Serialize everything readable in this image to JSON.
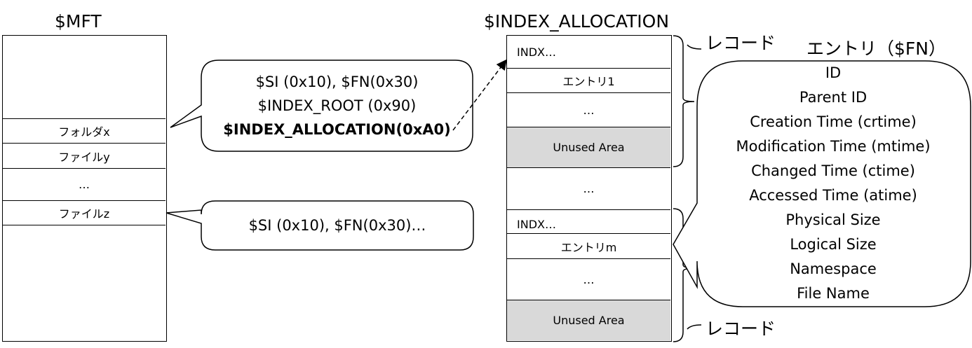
{
  "mft": {
    "title": "$MFT",
    "rows": [
      "フォルダx",
      "ファイルy",
      "…",
      "ファイルz"
    ]
  },
  "callout_top": {
    "line1": "$SI (0x10), $FN(0x30)",
    "line2": "$INDEX_ROOT (0x90)",
    "line3": "$INDEX_ALLOCATION(0xA0)"
  },
  "callout_bottom": {
    "text": "$SI (0x10), $FN(0x30)…"
  },
  "index_allocation": {
    "title": "$INDEX_ALLOCATION",
    "record1": [
      "INDX…",
      "エントリ1",
      "…",
      "Unused Area"
    ],
    "gap": "…",
    "record2": [
      "INDX…",
      "エントリm",
      "…",
      "Unused Area"
    ]
  },
  "record_label_top": "レコード",
  "record_label_bottom": "レコード",
  "entry_panel": {
    "title": "エントリ（$FN）",
    "fields": [
      "ID",
      "Parent ID",
      "Creation Time (crtime)",
      "Modification Time (mtime)",
      "Changed Time (ctime)",
      "Accessed Time (atime)",
      "Physical Size",
      "Logical Size",
      "Namespace",
      "File Name"
    ]
  }
}
